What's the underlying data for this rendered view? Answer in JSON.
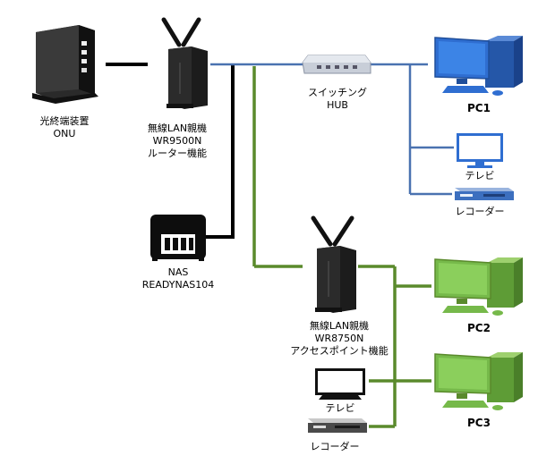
{
  "colors": {
    "wire_black": "#000000",
    "wire_blue": "#4a72b0",
    "wire_green": "#5a8a2c",
    "pc_blue": "#2f6ed1",
    "pc_green": "#76b94a",
    "device_dark": "#1c1c1c"
  },
  "nodes": {
    "onu": {
      "line1": "光終端装置",
      "line2": "ONU",
      "icon": "onu-icon"
    },
    "router": {
      "line1": "無線LAN親機",
      "line2": "WR9500N",
      "line3": "ルーター機能",
      "icon": "wifi-router-icon"
    },
    "hub": {
      "line1": "スイッチング",
      "line2": "HUB",
      "icon": "switching-hub-icon"
    },
    "nas": {
      "line1": "NAS",
      "line2": "READYNAS104",
      "icon": "nas-icon"
    },
    "ap": {
      "line1": "無線LAN親機",
      "line2": "WR8750N",
      "line3": "アクセスポイント機能",
      "icon": "wifi-router-icon"
    },
    "pc1": {
      "label": "PC1",
      "icon": "desktop-pc-icon"
    },
    "tv1": {
      "label": "テレビ",
      "icon": "tv-icon"
    },
    "rec1": {
      "label": "レコーダー",
      "icon": "recorder-icon"
    },
    "pc2": {
      "label": "PC2",
      "icon": "desktop-pc-icon"
    },
    "pc3": {
      "label": "PC3",
      "icon": "desktop-pc-icon"
    },
    "tv2": {
      "label": "テレビ",
      "icon": "tv-icon"
    },
    "rec2": {
      "label": "レコーダー",
      "icon": "recorder-icon"
    }
  }
}
